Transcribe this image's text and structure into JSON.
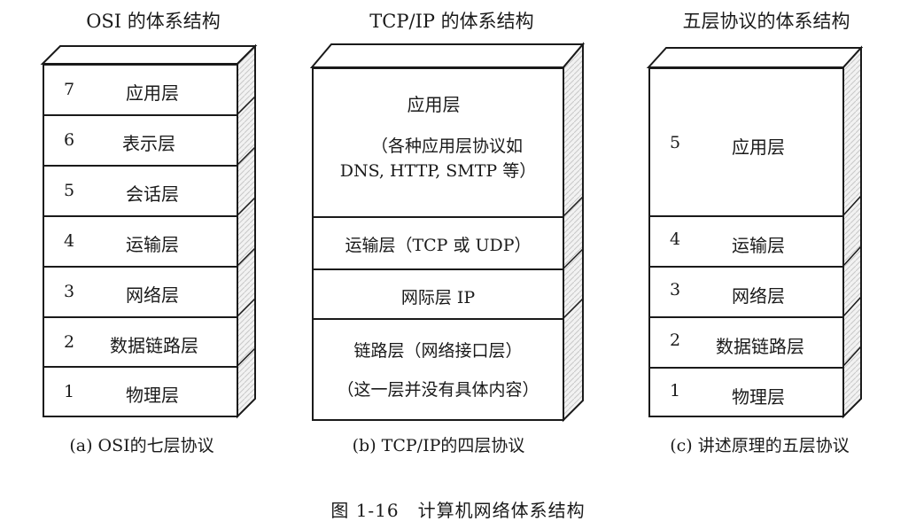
{
  "titles": {
    "a": "OSI 的体系结构",
    "b": "TCP/IP 的体系结构",
    "c": "五层协议的体系结构"
  },
  "osi": {
    "layers": [
      {
        "num": "7",
        "label": "应用层"
      },
      {
        "num": "6",
        "label": "表示层"
      },
      {
        "num": "5",
        "label": "会话层"
      },
      {
        "num": "4",
        "label": "运输层"
      },
      {
        "num": "3",
        "label": "网络层"
      },
      {
        "num": "2",
        "label": "数据链路层"
      },
      {
        "num": "1",
        "label": "物理层"
      }
    ],
    "caption": "(a) OSI的七层协议"
  },
  "tcpip": {
    "app_title": "应用层",
    "app_line1": "（各种应用层协议如",
    "app_line2": "DNS, HTTP, SMTP 等）",
    "transport": "运输层（TCP 或 UDP）",
    "internet": "网际层 IP",
    "link_line1": "链路层（网络接口层）",
    "link_line2": "（这一层并没有具体内容）",
    "caption": "(b) TCP/IP的四层协议"
  },
  "five": {
    "layers": [
      {
        "num": "5",
        "label": "应用层"
      },
      {
        "num": "4",
        "label": "运输层"
      },
      {
        "num": "3",
        "label": "网络层"
      },
      {
        "num": "2",
        "label": "数据链路层"
      },
      {
        "num": "1",
        "label": "物理层"
      }
    ],
    "caption": "(c) 讲述原理的五层协议"
  },
  "figure_caption": "图 1-16　计算机网络体系结构"
}
